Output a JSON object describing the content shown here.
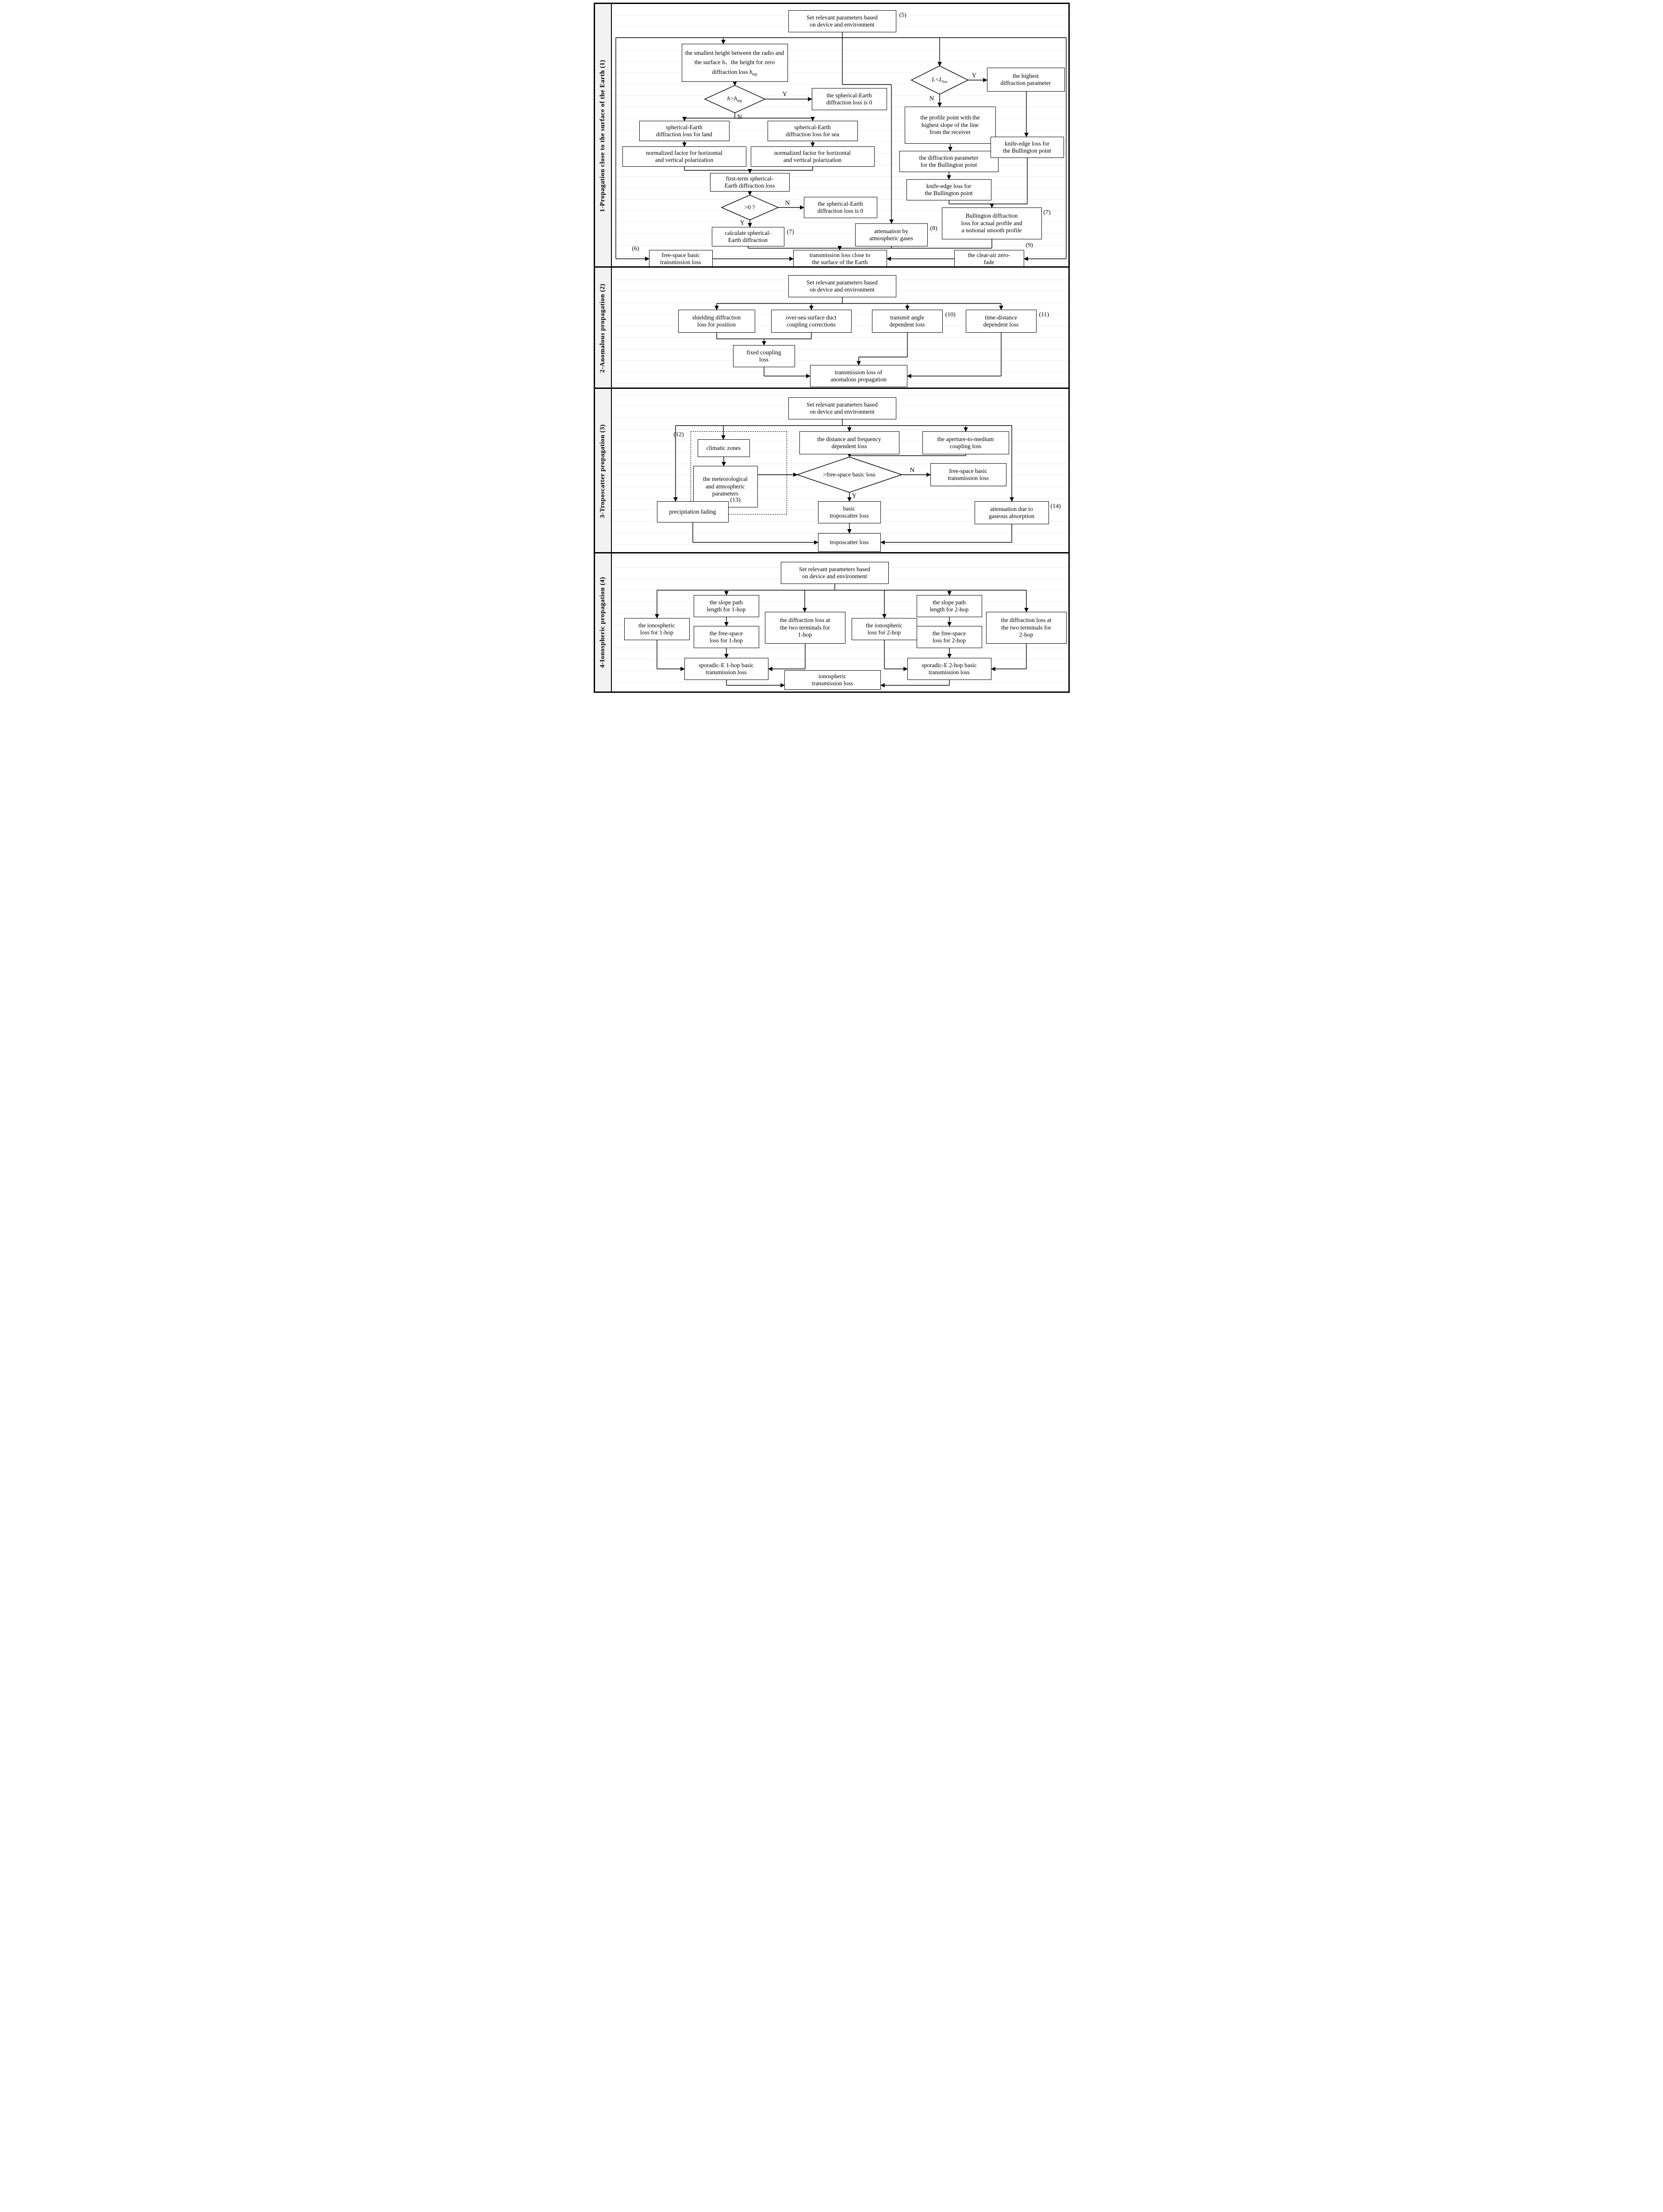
{
  "colors": {
    "line": "#000000",
    "band_bg": "#f2f2f2",
    "box_bg": "#ffffff"
  },
  "sections": [
    {
      "label": "1-Propagation close to the surface of the Earth (1)"
    },
    {
      "label": "2-Anomalous propagation (2)"
    },
    {
      "label": "3-Troposcatter propagation (3)"
    },
    {
      "label": "4-Ionospheric propagation (4)"
    }
  ],
  "labels": {
    "yes": "Y",
    "no": "N"
  },
  "eq_tags": {
    "t5": "(5)",
    "t6": "(6)",
    "t7a": "(7)",
    "t7b": "(7)",
    "t8": "(8)",
    "t9": "(9)",
    "t10": "(10)",
    "t11": "(11)",
    "t12": "(12)",
    "t13": "(13)",
    "t14": "(14)"
  },
  "nodes": {
    "s1_set": {
      "label": "Set relevant parameters based\non device and environment"
    },
    "smallest_height": {
      "pre": "the smallest height between the radio and the surface ",
      "var1": "h",
      "mid": "、the height for zero diffraction loss ",
      "var2": "h",
      "sub": "tep"
    },
    "d_h_htep": {
      "expr": "h>h",
      "sub": "tep"
    },
    "sph0_top": {
      "label": "the spherical-Earth\ndiffraction loss is 0"
    },
    "sph_land": {
      "label": "spherical-Earth\ndiffraction loss for land"
    },
    "sph_sea": {
      "label": "spherical-Earth\ndiffraction loss for sea"
    },
    "norm_land": {
      "label": "normalized factor for horizontal\nand vertical polarization"
    },
    "norm_sea": {
      "label": "normalized factor for horizontal\nand vertical polarization"
    },
    "first_term": {
      "label": "first-term spherical-\nEarth diffraction loss"
    },
    "d_gt0": {
      "label": ">0 ?"
    },
    "sph0_mid": {
      "label": "the spherical-Earth\ndiffraction loss is 0"
    },
    "calc_sph": {
      "label": "calculate spherical-\nEarth diffraction"
    },
    "atten_gas": {
      "label": "attenuation by\natmospheric gases"
    },
    "d_llos": {
      "expr": "L<L",
      "sub": "los"
    },
    "highest_diff": {
      "label": "the highest\ndiffraction parameter"
    },
    "profile_point": {
      "label": "the profile point with the\nhighest slope of the line\nfrom the receiver"
    },
    "diff_param": {
      "label": "the diffraction parameter\nfor the Bullington point"
    },
    "knife_left": {
      "label": "knife-edge loss for\nthe Bullington point"
    },
    "knife_right": {
      "label": "knife-edge loss for\nthe Bullington point"
    },
    "bullington": {
      "label": "Bullington diffraction\nloss for actual profile and\na notional smooth profile"
    },
    "free_space6": {
      "label": "free-space basic\ntransmission loss"
    },
    "trans_close": {
      "label": "transmission loss close to\nthe surface of the Earth"
    },
    "clear_air": {
      "label": "the clear-air zero-\nfade"
    },
    "s2_set": {
      "label": "Set relevant parameters based\non device and environment"
    },
    "shielding": {
      "label": "shielding diffraction\nloss for position"
    },
    "oversea": {
      "label": "over-sea surface duct\ncoupling corrections"
    },
    "transmit_angle": {
      "label": "transmit angle\ndependent loss"
    },
    "time_distance": {
      "label": "time-distance\ndependent loss"
    },
    "fixed_coupling": {
      "label": "fixed coupling\nloss"
    },
    "anomalous": {
      "label": "transmission loss of\nanomalous propagation"
    },
    "s3_set": {
      "label": "Set relevant parameters based\non device and environment"
    },
    "climatic": {
      "label": "climatic zones"
    },
    "meteo": {
      "label": "the meteorological\nand atmospheric\nparameters"
    },
    "dist_freq": {
      "label": "the distance and frequency\ndependent loss"
    },
    "aperture": {
      "label": "the aperture-to-medium\ncoupling loss"
    },
    "d_fsl": {
      "label": ">free-space basic loss"
    },
    "fsb_loss": {
      "label": "free-space basic\ntransmission loss"
    },
    "basic_tropo": {
      "label": "basic\ntroposcatter loss"
    },
    "precipitation": {
      "label": "precipitation fading"
    },
    "atten_gaseous": {
      "label": "attenuation due to\ngaseous absorption"
    },
    "tropo_loss": {
      "label": "troposcatter loss"
    },
    "s4_set": {
      "label": "Set relevant parameters based\non device and environment"
    },
    "slope1": {
      "label": "the slope path\nlength for 1-hop"
    },
    "ion1": {
      "label": "the ionospheric\nloss for 1-hop"
    },
    "free1": {
      "label": "the free-space\nloss for 1-hop"
    },
    "diff1": {
      "label": "the diffraction loss at\nthe two terminals for\n1-hop"
    },
    "spor1": {
      "label": "sporadic-E 1-hop basic\ntransmission loss"
    },
    "slope2": {
      "label": "the slope path\nlength for 2-hop"
    },
    "ion2": {
      "label": "the ionospheric\nloss for 2-hop"
    },
    "free2": {
      "label": "the free-space\nloss for 2-hop"
    },
    "diff2": {
      "label": "the diffraction loss at\nthe two terminals for\n2-hop"
    },
    "spor2": {
      "label": "sporadic-E 2-hop basic\ntransmission loss"
    },
    "iono_loss": {
      "label": "ionospheric\ntransmission loss"
    }
  }
}
